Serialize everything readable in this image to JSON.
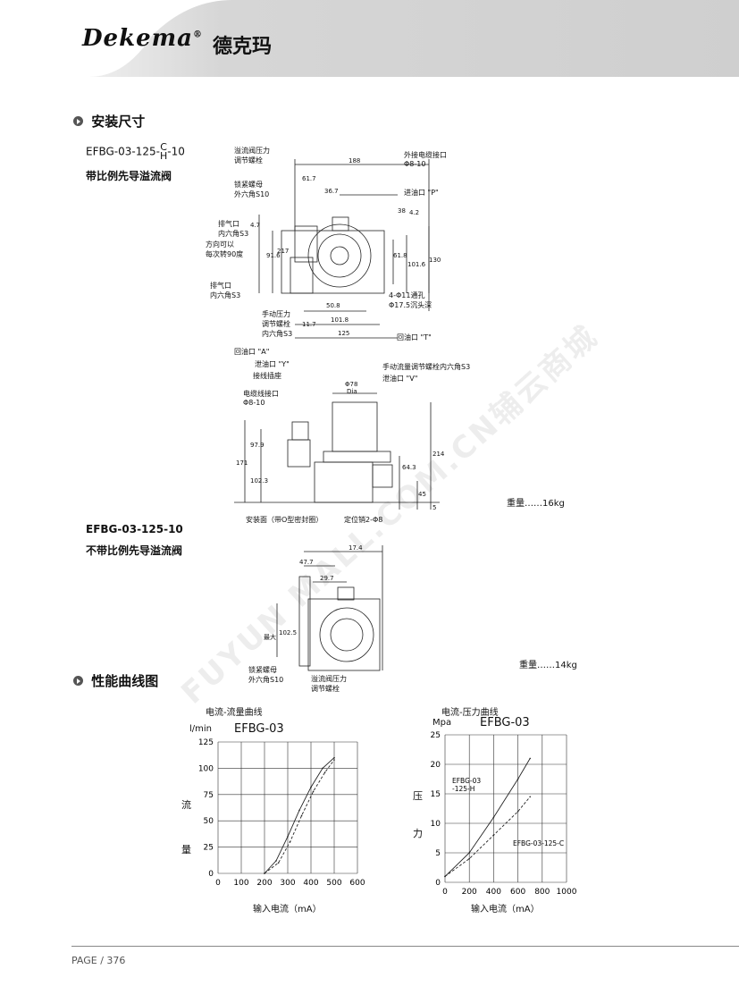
{
  "header": {
    "brand_latin": "Dekema",
    "brand_reg": "®",
    "brand_cn": "德克玛"
  },
  "section1": {
    "title": "安装尺寸"
  },
  "model1": {
    "code": "EFBG-03-125-",
    "frac_top": "C",
    "frac_bottom": "H",
    "code_tail": "-10",
    "subtitle": "带比例先导溢流阀"
  },
  "drawing1": {
    "labels": {
      "relief_adj": "溢流阀压力\n调节螺栓",
      "lock_nut": "锁紧螺母\n外六角S10",
      "ext_conn": "外接电缆接口\nΦ8-10",
      "inlet_p": "进油口 \"P\"",
      "vent1": "排气口\n内六角S3",
      "rot90": "方向可以\n每次转90度",
      "vent2": "排气口\n内六角S3",
      "manual": "手动压力\n调节螺栓\n内六角S3",
      "holes": "4-Φ11通孔\nΦ17.5沉头深",
      "return_a": "回油口 \"A\"",
      "drain_y": "泄油口 \"Y\"",
      "return_t": "回油口 \"T\"",
      "flow_adj": "手动流量调节螺栓内六角S3",
      "drain_v": "泄油口 \"V\"",
      "socket": "接线插座",
      "cable": "电缆线接口\nΦ8-10",
      "mount": "安装面（带O型密封圈）",
      "pin": "定位销2-Φ8"
    },
    "dims": {
      "d188": "188",
      "d617": "61.7",
      "d367": "36.7",
      "d38": "38",
      "d42": "4.2",
      "d47": "4.7",
      "d916": "91.6",
      "d217": "217",
      "d618": "61.8",
      "d1016": "101.6",
      "d130": "130",
      "d508": "50.8",
      "d1018": "101.8",
      "d125": "125",
      "d117": "11.7",
      "d78": "Φ78",
      "dia": "Dia",
      "d214": "214",
      "d171": "171",
      "d643": "64.3",
      "d979": "97.9",
      "d1023": "102.3",
      "d45": "45",
      "d5": "5"
    },
    "weight": "重量……16kg"
  },
  "model2": {
    "code": "EFBG-03-125-10",
    "subtitle": "不带比例先导溢流阀"
  },
  "drawing2": {
    "dims": {
      "d174": "17.4",
      "d477": "47.7",
      "d297": "29.7",
      "d1025": "102.5",
      "max": "最大"
    },
    "labels": {
      "lock_nut": "锁紧螺母\n外六角S10",
      "relief_adj": "溢流阀压力\n调节螺栓"
    },
    "weight": "重量……14kg"
  },
  "section2": {
    "title": "性能曲线图"
  },
  "chart_data": [
    {
      "type": "line",
      "title": "EFBG-03",
      "caption": "电流-流量曲线",
      "xlabel": "输入电流（mA）",
      "ylabel": "流量",
      "yunit": "l/min",
      "xlim": [
        0,
        600
      ],
      "ylim": [
        0,
        125
      ],
      "xticks": [
        0,
        100,
        200,
        300,
        400,
        500,
        600
      ],
      "yticks": [
        0,
        25,
        50,
        75,
        100,
        125
      ],
      "grid": true,
      "series": [
        {
          "x": [
            200,
            250,
            300,
            350,
            400,
            450,
            500
          ],
          "y": [
            0,
            12,
            35,
            60,
            82,
            100,
            110
          ]
        },
        {
          "x": [
            200,
            260,
            310,
            360,
            410,
            460,
            500
          ],
          "y": [
            0,
            10,
            30,
            55,
            78,
            96,
            108
          ]
        }
      ]
    },
    {
      "type": "line",
      "title": "EFBG-03",
      "caption": "电流-压力曲线",
      "xlabel": "输入电流（mA）",
      "ylabel": "压力",
      "yunit": "Mpa",
      "xlim": [
        0,
        1000
      ],
      "ylim": [
        0,
        25
      ],
      "xticks": [
        0,
        200,
        400,
        600,
        800,
        1000
      ],
      "yticks": [
        0,
        5,
        10,
        15,
        20,
        25
      ],
      "grid": true,
      "series": [
        {
          "name": "EFBG-03\n-125-H",
          "x": [
            0,
            200,
            400,
            600,
            700
          ],
          "y": [
            1,
            5,
            11,
            17.5,
            21
          ]
        },
        {
          "name": "EFBG-03-125-C",
          "x": [
            0,
            200,
            400,
            600,
            700
          ],
          "y": [
            1,
            4,
            8,
            12,
            14.5
          ]
        }
      ]
    }
  ],
  "footer": {
    "page": "PAGE / 376"
  },
  "watermark": "FUYUN MALL.COM.CN辅云商城"
}
